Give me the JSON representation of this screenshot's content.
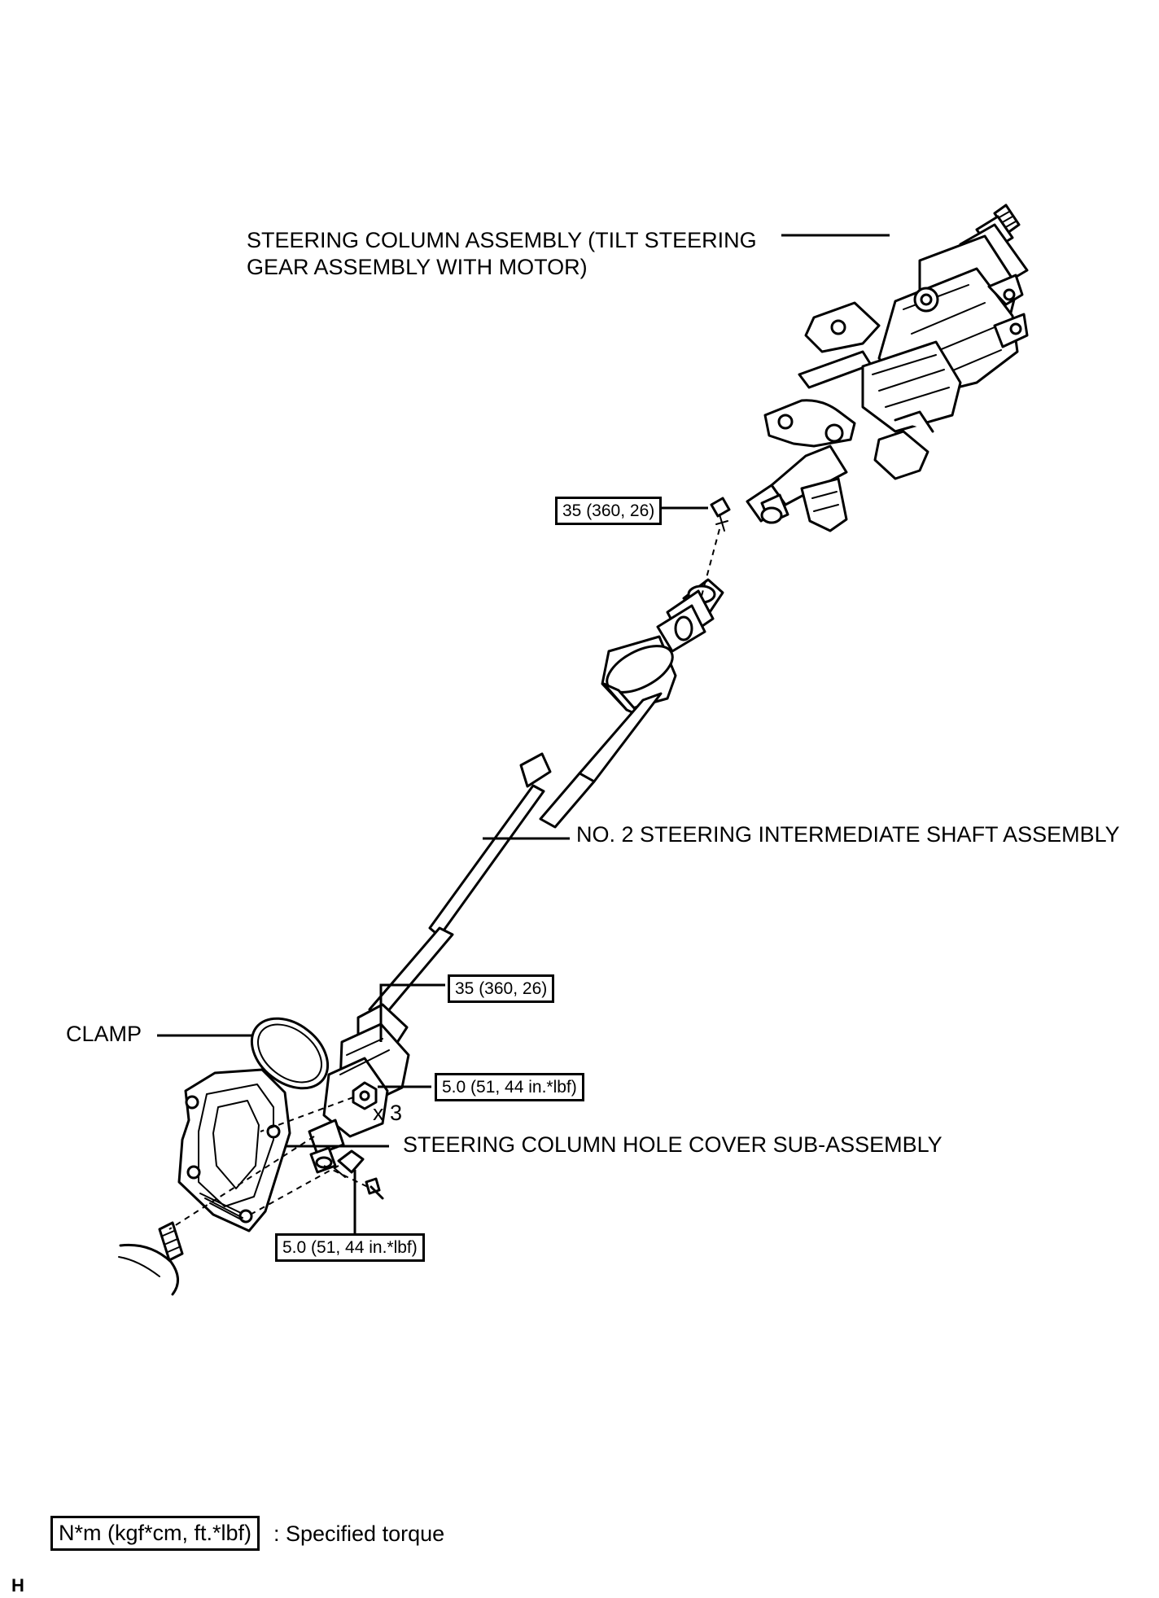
{
  "labels": {
    "steering_column_line1": "STEERING COLUMN ASSEMBLY (TILT STEERING",
    "steering_column_line2": "GEAR ASSEMBLY WITH MOTOR)",
    "intermediate_shaft": "NO. 2 STEERING INTERMEDIATE SHAFT ASSEMBLY",
    "clamp": "CLAMP",
    "hole_cover": "STEERING COLUMN HOLE COVER SUB-ASSEMBLY",
    "quantity_x3": "x 3"
  },
  "torques": {
    "upper_bolt": "35 (360, 26)",
    "lower_bolt": "35 (360, 26)",
    "nut": "5.0 (51, 44 in.*lbf)",
    "cover_bolt": "5.0 (51, 44 in.*lbf)"
  },
  "legend": {
    "unit_box": "N*m (kgf*cm, ft.*lbf)",
    "description": ": Specified torque"
  },
  "page_code": "H"
}
